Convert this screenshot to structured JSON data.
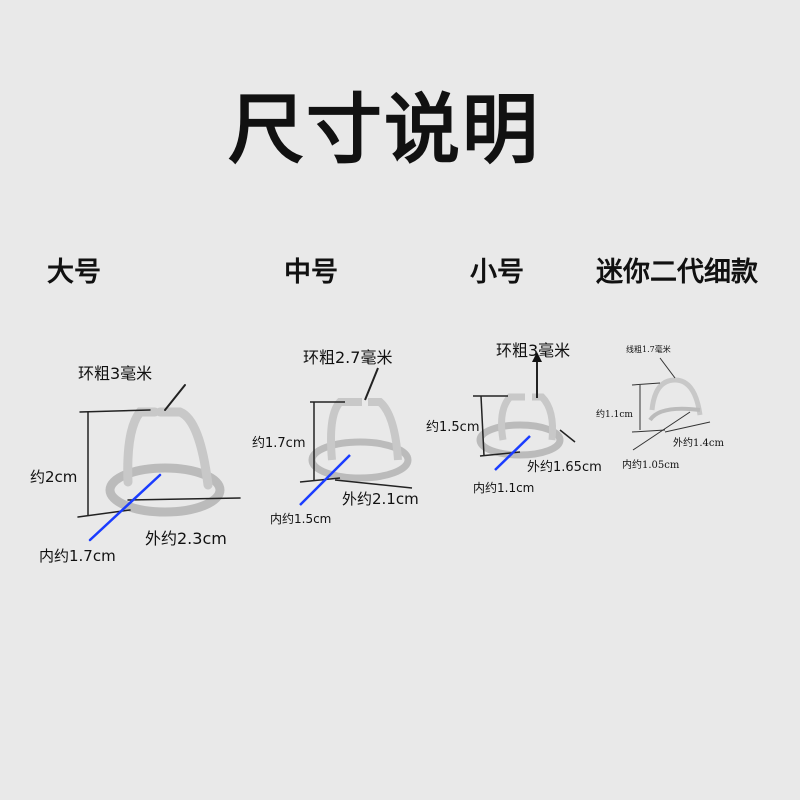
{
  "title": "尺寸说明",
  "sizes": [
    {
      "name": "大号",
      "thickness": "环粗3毫米",
      "height": "约2cm",
      "outer": "外约2.3cm",
      "inner": "内约1.7cm"
    },
    {
      "name": "中号",
      "thickness": "环粗2.7毫米",
      "height": "约1.7cm",
      "outer": "外约2.1cm",
      "inner": "内约1.5cm"
    },
    {
      "name": "小号",
      "thickness": "环粗3毫米",
      "height": "约1.5cm",
      "outer": "外约1.65cm",
      "inner": "内约1.1cm"
    },
    {
      "name": "迷你二代细款",
      "thickness": "线粗1.7毫米",
      "height": "约1.1cm",
      "outer": "外约1.4cm",
      "inner": "内约1.05cm"
    }
  ],
  "colors": {
    "background": "#e9e9e9",
    "arrow_blue": "#1a3cff",
    "ring": "#b8b8b8"
  }
}
